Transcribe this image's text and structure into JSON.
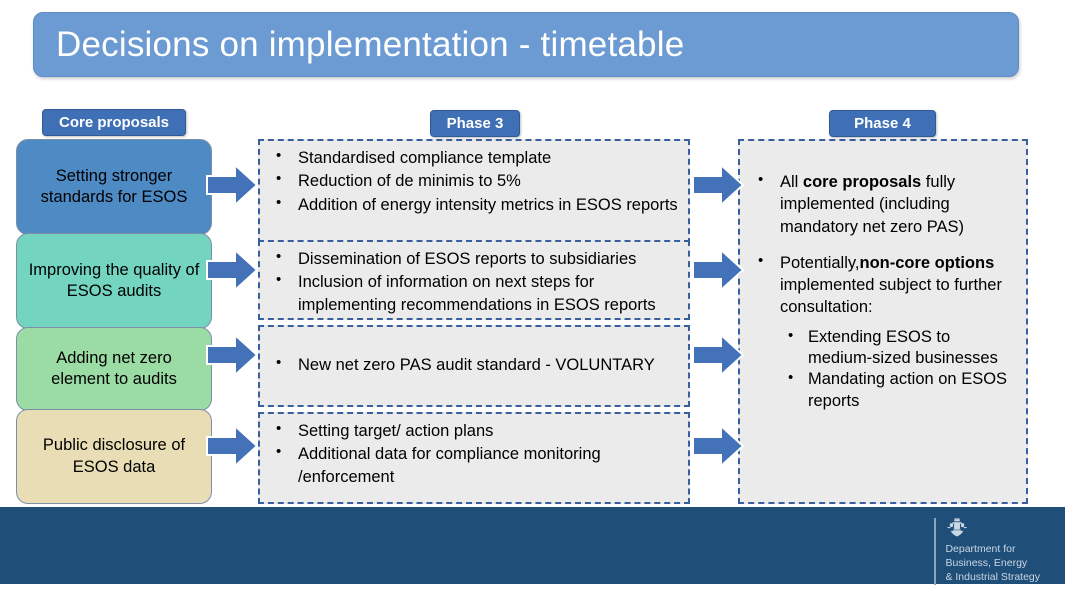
{
  "title": {
    "text": "Decisions on implementation  - timetable",
    "banner_color": "#6b9bd2"
  },
  "columns": {
    "core_label": "Core proposals",
    "phase3_label": "Phase 3",
    "phase4_label": "Phase 4"
  },
  "core_proposals": [
    {
      "text": "Setting stronger standards for ESOS",
      "color": "#4e8ac4"
    },
    {
      "text": "Improving the quality of ESOS audits",
      "color": "#73d5c0"
    },
    {
      "text": "Adding net zero element to audits",
      "color": "#9bdba4"
    },
    {
      "text": "Public disclosure of ESOS data",
      "color": "#e8ddb5"
    }
  ],
  "phase3": {
    "sections": [
      {
        "items": [
          "Standardised compliance template",
          "Reduction of de minimis to 5%",
          "Addition of energy intensity metrics in ESOS reports"
        ]
      },
      {
        "items": [
          "Dissemination of ESOS reports to subsidiaries",
          "Inclusion of information on next steps for implementing recommendations in ESOS reports"
        ]
      },
      {
        "items": [
          "New net zero PAS audit standard - VOLUNTARY"
        ]
      },
      {
        "items": [
          "Setting target/ action plans",
          "Additional data for compliance monitoring /enforcement"
        ]
      }
    ]
  },
  "phase4": {
    "bullet_1": {
      "prefix": "All ",
      "bold": "core proposals",
      "suffix": " fully implemented (including mandatory net zero PAS)"
    },
    "bullet_2": {
      "prefix": "Potentially,",
      "bold": "non-core options",
      "suffix": " implemented subject to further consultation:"
    },
    "sub_items": [
      "Extending ESOS to medium-sized businesses",
      "Mandating action on ESOS reports"
    ]
  },
  "footer": {
    "department_line_1": "Department for",
    "department_line_2": "Business, Energy",
    "department_line_3": "& Industrial Strategy",
    "bar_color": "#1f4e79"
  }
}
